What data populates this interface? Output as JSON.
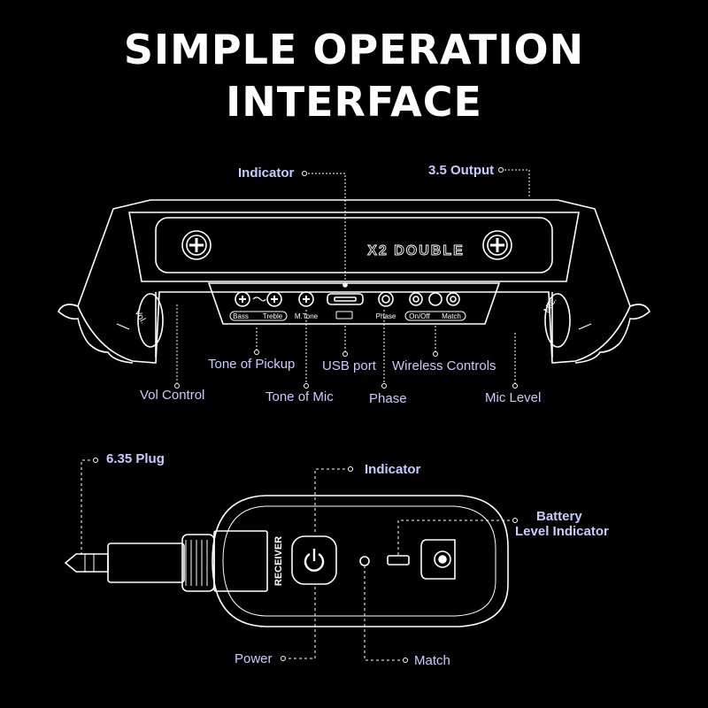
{
  "title": {
    "line1": "SIMPLE OPERATION",
    "line2": "INTERFACE"
  },
  "top_device": {
    "brand": "X2 DOUBLE",
    "knob_labels": {
      "vol": "Vol.",
      "mic": "Mic."
    },
    "panel_labels": {
      "bass": "Bass",
      "treble": "Treble",
      "m_tone": "M.Tone",
      "phase": "Phase",
      "on_off": "On/Off",
      "match": "Match"
    },
    "callouts": {
      "indicator": "Indicator",
      "output": "3.5 Output",
      "tone_pickup": "Tone of Pickup",
      "usb_port": "USB port",
      "wireless_controls": "Wireless Controls",
      "vol_control": "Vol Control",
      "tone_mic": "Tone of Mic",
      "phase": "Phase",
      "mic_level": "Mic Level"
    }
  },
  "bottom_device": {
    "side_label": "RECEIVER",
    "callouts": {
      "plug": "6.35 Plug",
      "indicator": "Indicator",
      "battery_line1": "Battery",
      "battery_line2": "Level Indicator",
      "power": "Power",
      "match": "Match"
    }
  },
  "colors": {
    "background": "#000000",
    "callout_text": "#c7ccff",
    "line": "#ffffff"
  }
}
